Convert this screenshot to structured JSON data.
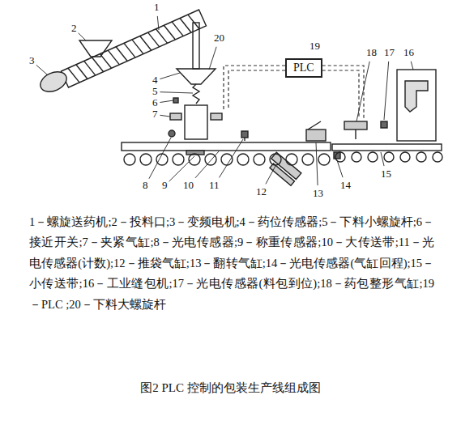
{
  "diagram": {
    "caption": "图2 PLC 控制的包装生产线组成图",
    "nodes": [
      {
        "text": [
          "PLC"
        ]
      }
    ],
    "labels": [
      "1",
      "2",
      "3",
      "20",
      "19",
      "18",
      "17",
      "16",
      "4",
      "5",
      "6",
      "7",
      "8",
      "9",
      "10",
      "11",
      "12",
      "13",
      "14",
      "15",
      "1－螺旋送药机;",
      "2－投料口;",
      "3－变频电机;",
      "4－药位传感器;",
      "5－下料小螺旋杆;",
      "6－接近开关;",
      "7－夹紧气缸;",
      "8－光电传感器;",
      "9－称重传感器;",
      "10－大传送带;",
      "11－光电传感器(计数);",
      "12－推袋气缸;",
      "13－翻转气缸;",
      "14－光电传感器(气缸回程);",
      "15－小传送带;",
      "16－工业缝包机;",
      "17－光电传感器(料包到位);",
      "18－药包整形气缸;",
      "19－PLC ;",
      "20－下料大螺旋杆"
    ]
  }
}
